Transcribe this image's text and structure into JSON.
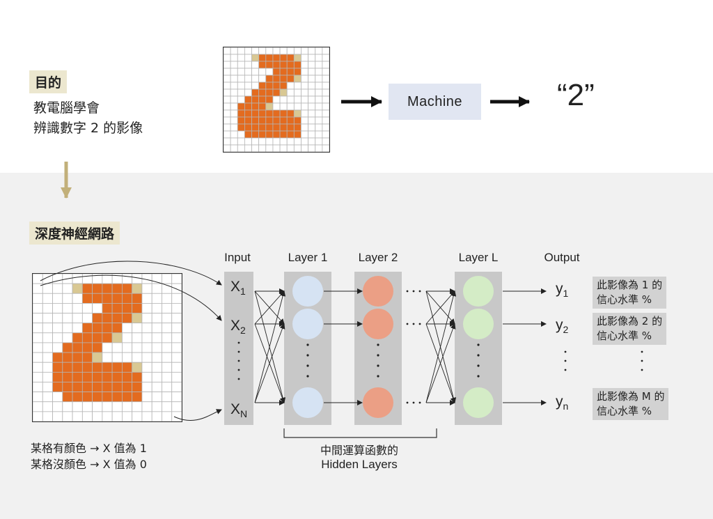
{
  "goal": {
    "tag": "目的",
    "line1": "教電腦學會",
    "line2": "辨識數字 2 的影像"
  },
  "machine": {
    "label": "Machine",
    "output": "“2”"
  },
  "network": {
    "tag": "深度神經網路",
    "headers": {
      "input": "Input",
      "layer1": "Layer 1",
      "layer2": "Layer 2",
      "layerL": "Layer L",
      "output": "Output"
    },
    "inputs": [
      {
        "base": "X",
        "sub": "1"
      },
      {
        "base": "X",
        "sub": "2"
      },
      {
        "base": "X",
        "sub": "N"
      }
    ],
    "outputs": [
      {
        "base": "y",
        "sub": "1"
      },
      {
        "base": "y",
        "sub": "2"
      },
      {
        "base": "y",
        "sub": "n"
      }
    ],
    "confidence": [
      {
        "line1": "此影像為 1 的",
        "line2": "信心水準 %"
      },
      {
        "line1": "此影像為 2 的",
        "line2": "信心水準 %"
      },
      {
        "line1": "此影像為 M 的",
        "line2": "信心水準 %"
      }
    ],
    "hidden_caption_line1": "中間運算函數的",
    "hidden_caption_line2": "Hidden Layers",
    "pixel_note_line1": "某格有顏色 → X 值為 1",
    "pixel_note_line2": "某格沒顏色 → X 值為 0"
  },
  "colors": {
    "digit": "#e36b1f",
    "partial": "#d9c893",
    "layer1_node": "#d6e3f3",
    "layer2_node": "#eb9f85",
    "layerL_node": "#d4ecc6",
    "column": "#c8c8c8",
    "arrow_tan": "#c2b07a"
  },
  "digit_grid": {
    "cols": 15,
    "rows": 15,
    "filled": [
      [
        1,
        5
      ],
      [
        1,
        6
      ],
      [
        1,
        7
      ],
      [
        1,
        8
      ],
      [
        1,
        9
      ],
      [
        2,
        5
      ],
      [
        2,
        6
      ],
      [
        2,
        7
      ],
      [
        2,
        8
      ],
      [
        2,
        9
      ],
      [
        2,
        10
      ],
      [
        3,
        7
      ],
      [
        3,
        8
      ],
      [
        3,
        9
      ],
      [
        3,
        10
      ],
      [
        4,
        6
      ],
      [
        4,
        7
      ],
      [
        4,
        8
      ],
      [
        4,
        9
      ],
      [
        5,
        5
      ],
      [
        5,
        6
      ],
      [
        5,
        7
      ],
      [
        5,
        8
      ],
      [
        6,
        4
      ],
      [
        6,
        5
      ],
      [
        6,
        6
      ],
      [
        6,
        7
      ],
      [
        7,
        3
      ],
      [
        7,
        4
      ],
      [
        7,
        5
      ],
      [
        7,
        6
      ],
      [
        8,
        2
      ],
      [
        8,
        3
      ],
      [
        8,
        4
      ],
      [
        8,
        5
      ],
      [
        9,
        2
      ],
      [
        9,
        3
      ],
      [
        9,
        4
      ],
      [
        9,
        5
      ],
      [
        9,
        6
      ],
      [
        9,
        7
      ],
      [
        9,
        8
      ],
      [
        9,
        9
      ],
      [
        10,
        2
      ],
      [
        10,
        3
      ],
      [
        10,
        4
      ],
      [
        10,
        5
      ],
      [
        10,
        6
      ],
      [
        10,
        7
      ],
      [
        10,
        8
      ],
      [
        10,
        9
      ],
      [
        10,
        10
      ],
      [
        11,
        2
      ],
      [
        11,
        3
      ],
      [
        11,
        4
      ],
      [
        11,
        5
      ],
      [
        11,
        6
      ],
      [
        11,
        7
      ],
      [
        11,
        8
      ],
      [
        11,
        9
      ],
      [
        11,
        10
      ],
      [
        12,
        3
      ],
      [
        12,
        4
      ],
      [
        12,
        5
      ],
      [
        12,
        6
      ],
      [
        12,
        7
      ],
      [
        12,
        8
      ],
      [
        12,
        9
      ],
      [
        12,
        10
      ]
    ],
    "partial": [
      [
        1,
        4
      ],
      [
        1,
        10
      ],
      [
        4,
        10
      ],
      [
        6,
        8
      ],
      [
        8,
        6
      ],
      [
        9,
        10
      ]
    ]
  }
}
